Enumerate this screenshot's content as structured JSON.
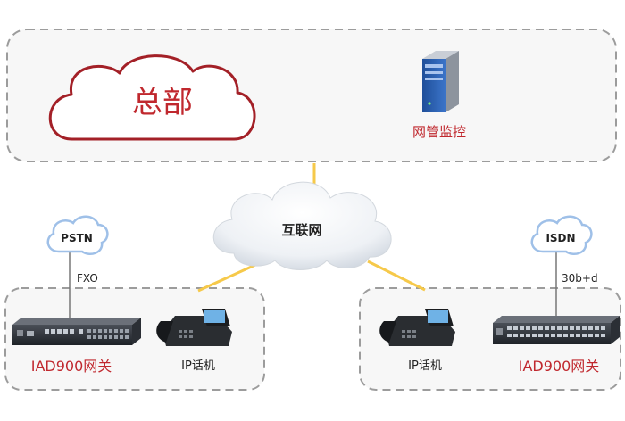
{
  "hq": {
    "label": "总部",
    "monitor_label": "网管监控"
  },
  "internet": {
    "label": "互联网"
  },
  "left_branch": {
    "cloud_label": "PSTN",
    "link_label": "FXO",
    "gateway_label": "IAD900网关",
    "phone_label": "IP话机"
  },
  "right_branch": {
    "cloud_label": "ISDN",
    "link_label": "30b+d",
    "gateway_label": "IAD900网关",
    "phone_label": "IP话机"
  },
  "colors": {
    "accent_red": "#c0282e",
    "link_yellow": "#f6c94a",
    "dashed_border": "#9c9c9c",
    "cloud_blue": "#9fc0e8"
  }
}
